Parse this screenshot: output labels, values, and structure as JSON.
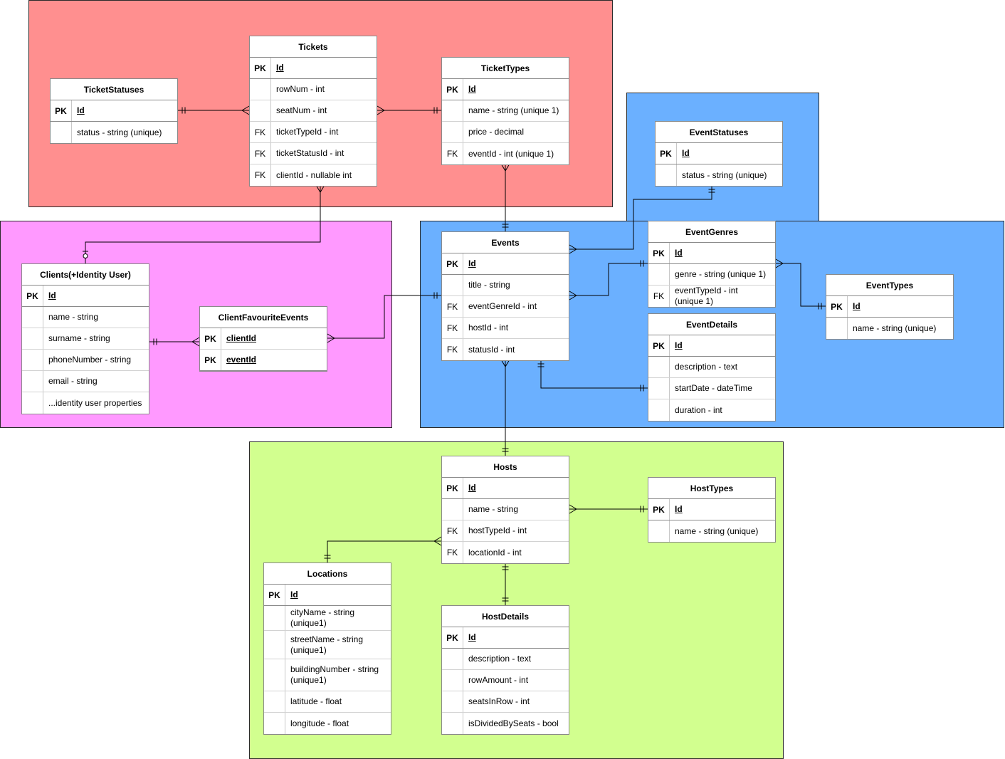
{
  "zones": [
    {
      "id": "zone-tickets",
      "color": "#ff8f8f"
    },
    {
      "id": "zone-clients",
      "color": "#ff99ff"
    },
    {
      "id": "zone-event-statuses",
      "color": "#6bb0ff"
    },
    {
      "id": "zone-events",
      "color": "#6bb0ff"
    },
    {
      "id": "zone-hosts",
      "color": "#d2ff8f"
    }
  ],
  "entities": {
    "ticket_statuses": {
      "title": "TicketStatuses",
      "rows": [
        {
          "key": "PK",
          "field": "Id"
        },
        {
          "key": "",
          "field": "status - string (unique)"
        }
      ]
    },
    "tickets": {
      "title": "Tickets",
      "rows": [
        {
          "key": "PK",
          "field": "Id"
        },
        {
          "key": "",
          "field": "rowNum - int"
        },
        {
          "key": "",
          "field": "seatNum - int"
        },
        {
          "key": "FK",
          "field": "ticketTypeId - int"
        },
        {
          "key": "FK",
          "field": "ticketStatusId - int"
        },
        {
          "key": "FK",
          "field": "clientId - nullable int"
        }
      ]
    },
    "ticket_types": {
      "title": "TicketTypes",
      "rows": [
        {
          "key": "PK",
          "field": "Id"
        },
        {
          "key": "",
          "field": "name - string (unique 1)"
        },
        {
          "key": "",
          "field": "price - decimal"
        },
        {
          "key": "FK",
          "field": "eventId - int (unique 1)"
        }
      ]
    },
    "event_statuses": {
      "title": "EventStatuses",
      "rows": [
        {
          "key": "PK",
          "field": "Id"
        },
        {
          "key": "",
          "field": "status - string (unique)"
        }
      ]
    },
    "clients": {
      "title": "Clients(+Identity User)",
      "rows": [
        {
          "key": "PK",
          "field": "Id"
        },
        {
          "key": "",
          "field": "name - string"
        },
        {
          "key": "",
          "field": "surname - string"
        },
        {
          "key": "",
          "field": "phoneNumber - string"
        },
        {
          "key": "",
          "field": "email - string"
        },
        {
          "key": "",
          "field": "...identity user properties"
        }
      ]
    },
    "client_favourite_events": {
      "title": "ClientFavouriteEvents",
      "rows": [
        {
          "key": "PK",
          "field": "clientId"
        },
        {
          "key": "PK",
          "field": "eventId"
        }
      ]
    },
    "events": {
      "title": "Events",
      "rows": [
        {
          "key": "PK",
          "field": "Id"
        },
        {
          "key": "",
          "field": "title - string"
        },
        {
          "key": "FK",
          "field": "eventGenreId - int"
        },
        {
          "key": "FK",
          "field": "hostId - int"
        },
        {
          "key": "FK",
          "field": "statusId - int"
        }
      ]
    },
    "event_genres": {
      "title": "EventGenres",
      "rows": [
        {
          "key": "PK",
          "field": "Id"
        },
        {
          "key": "",
          "field": "genre - string (unique 1)"
        },
        {
          "key": "FK",
          "field": "eventTypeId - int\n(unique 1)"
        }
      ]
    },
    "event_types": {
      "title": "EventTypes",
      "rows": [
        {
          "key": "PK",
          "field": "Id"
        },
        {
          "key": "",
          "field": "name - string (unique)"
        }
      ]
    },
    "event_details": {
      "title": "EventDetails",
      "rows": [
        {
          "key": "PK",
          "field": "Id"
        },
        {
          "key": "",
          "field": "description - text"
        },
        {
          "key": "",
          "field": "startDate - dateTime"
        },
        {
          "key": "",
          "field": "duration - int"
        }
      ]
    },
    "hosts": {
      "title": "Hosts",
      "rows": [
        {
          "key": "PK",
          "field": "Id"
        },
        {
          "key": "",
          "field": "name - string"
        },
        {
          "key": "FK",
          "field": "hostTypeId - int"
        },
        {
          "key": "FK",
          "field": "locationId - int"
        }
      ]
    },
    "host_types": {
      "title": "HostTypes",
      "rows": [
        {
          "key": "PK",
          "field": "Id"
        },
        {
          "key": "",
          "field": "name - string (unique)"
        }
      ]
    },
    "locations": {
      "title": "Locations",
      "rows": [
        {
          "key": "PK",
          "field": "Id"
        },
        {
          "key": "",
          "field": "cityName - string\n(unique1)"
        },
        {
          "key": "",
          "field": "streetName - string\n(unique1)"
        },
        {
          "key": "",
          "field": "buildingNumber - string\n(unique1)"
        },
        {
          "key": "",
          "field": "latitude - float"
        },
        {
          "key": "",
          "field": "longitude - float"
        }
      ]
    },
    "host_details": {
      "title": "HostDetails",
      "rows": [
        {
          "key": "PK",
          "field": "Id"
        },
        {
          "key": "",
          "field": "description - text"
        },
        {
          "key": "",
          "field": "rowAmount - int"
        },
        {
          "key": "",
          "field": "seatsInRow - int"
        },
        {
          "key": "",
          "field": "isDividedBySeats - bool"
        }
      ]
    }
  },
  "relationships": [
    {
      "from": "ticket_statuses",
      "to": "tickets",
      "from_end": "one-mandatory",
      "to_end": "many"
    },
    {
      "from": "tickets",
      "to": "ticket_types",
      "from_end": "many",
      "to_end": "one-mandatory"
    },
    {
      "from": "tickets",
      "to": "clients",
      "from_end": "many",
      "to_end": "zero-or-one"
    },
    {
      "from": "ticket_types",
      "to": "events",
      "from_end": "many",
      "to_end": "one-mandatory"
    },
    {
      "from": "event_statuses",
      "to": "events",
      "from_end": "one-mandatory",
      "to_end": "many"
    },
    {
      "from": "clients",
      "to": "client_favourite_events",
      "from_end": "one-mandatory",
      "to_end": "many"
    },
    {
      "from": "client_favourite_events",
      "to": "events",
      "from_end": "many",
      "to_end": "one-mandatory"
    },
    {
      "from": "events",
      "to": "event_genres",
      "from_end": "many",
      "to_end": "one-mandatory"
    },
    {
      "from": "event_genres",
      "to": "event_types",
      "from_end": "many",
      "to_end": "one-mandatory"
    },
    {
      "from": "events",
      "to": "event_details",
      "from_end": "one-mandatory",
      "to_end": "one-mandatory"
    },
    {
      "from": "events",
      "to": "hosts",
      "from_end": "many",
      "to_end": "one-mandatory"
    },
    {
      "from": "hosts",
      "to": "host_types",
      "from_end": "many",
      "to_end": "one-mandatory"
    },
    {
      "from": "hosts",
      "to": "locations",
      "from_end": "many",
      "to_end": "one-mandatory"
    },
    {
      "from": "hosts",
      "to": "host_details",
      "from_end": "one-mandatory",
      "to_end": "one-mandatory"
    }
  ]
}
